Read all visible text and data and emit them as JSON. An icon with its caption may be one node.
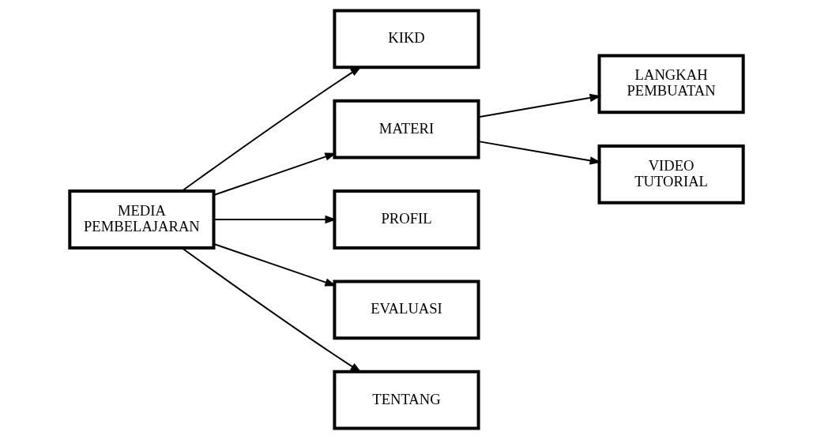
{
  "diagram": {
    "nodes": [
      {
        "text": [
          "MEDIA PEMBELAJARAN"
        ]
      },
      {
        "text": [
          "KIKD"
        ]
      },
      {
        "text": [
          "MATERI"
        ]
      },
      {
        "text": [
          "PROFIL"
        ]
      },
      {
        "text": [
          "EVALUASI"
        ]
      },
      {
        "text": [
          "TENTANG"
        ]
      },
      {
        "text": [
          "LANGKAH PEMBUATAN"
        ]
      },
      {
        "text": [
          "VIDEO TUTORIAL"
        ]
      }
    ],
    "edges": [
      {
        "from": 0,
        "to": 1,
        "arrow": "to"
      },
      {
        "from": 0,
        "to": 2,
        "arrow": "to"
      },
      {
        "from": 0,
        "to": 3,
        "arrow": "to"
      },
      {
        "from": 0,
        "to": 4,
        "arrow": "to"
      },
      {
        "from": 0,
        "to": 5,
        "arrow": "to"
      },
      {
        "from": 2,
        "to": 6,
        "arrow": "to"
      },
      {
        "from": 2,
        "to": 7,
        "arrow": "to"
      }
    ]
  }
}
